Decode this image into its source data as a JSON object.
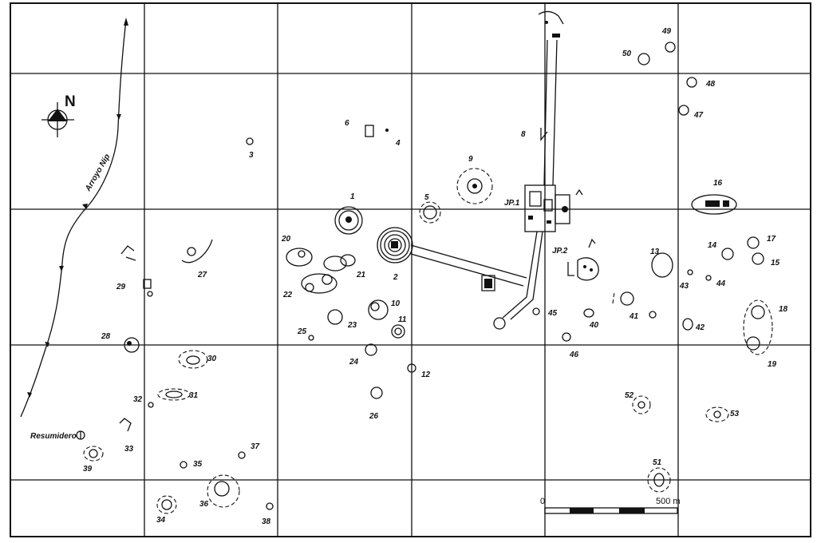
{
  "north_label": "N",
  "river_label": "Arroyo Nip",
  "sink_label": "Resumidero",
  "sector_labels": {
    "jp1": "JP.1",
    "jp2": "JP.2"
  },
  "scale": {
    "start_label": "0",
    "end_label": "500 m"
  },
  "site_labels": {
    "s1": "1",
    "s2": "2",
    "s3": "3",
    "s4": "4",
    "s5": "5",
    "s6": "6",
    "s8": "8",
    "s9": "9",
    "s10": "10",
    "s11": "11",
    "s12": "12",
    "s13": "13",
    "s14": "14",
    "s15": "15",
    "s16": "16",
    "s17": "17",
    "s18": "18",
    "s19": "19",
    "s20": "20",
    "s21": "21",
    "s22": "22",
    "s23": "23",
    "s24": "24",
    "s25": "25",
    "s26": "26",
    "s27": "27",
    "s28": "28",
    "s29": "29",
    "s30": "30",
    "s31": "31",
    "s32": "32",
    "s33": "33",
    "s34": "34",
    "s35": "35",
    "s36": "36",
    "s37": "37",
    "s38": "38",
    "s39": "39",
    "s40": "40",
    "s41": "41",
    "s42": "42",
    "s43": "43",
    "s44": "44",
    "s45": "45",
    "s46": "46",
    "s47": "47",
    "s48": "48",
    "s49": "49",
    "s50": "50",
    "s51": "51",
    "s52": "52",
    "s53": "53"
  }
}
